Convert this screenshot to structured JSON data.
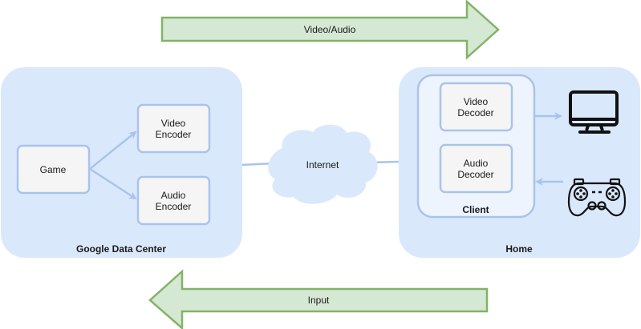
{
  "colors": {
    "container_fill": "#dae8fc",
    "container_stroke": "#a9c4eb",
    "box_fill": "#f5f5f5",
    "client_fill": "#eef4fd",
    "arrow_fill": "#d5e8d4",
    "arrow_stroke": "#82b366",
    "connector": "#a9c4eb",
    "icon": "#111111"
  },
  "flows": {
    "downstream": {
      "label": "Video/Audio",
      "direction": "right"
    },
    "upstream": {
      "label": "Input",
      "direction": "left"
    }
  },
  "data_center": {
    "label": "Google Data Center",
    "game": "Game",
    "video_encoder": [
      "Video",
      "Encoder"
    ],
    "audio_encoder": [
      "Audio",
      "Encoder"
    ]
  },
  "network": {
    "label": "Internet"
  },
  "home": {
    "label": "Home",
    "client": {
      "label": "Client",
      "video_decoder": [
        "Video",
        "Decoder"
      ],
      "audio_decoder": [
        "Audio",
        "Decoder"
      ]
    },
    "devices": {
      "display": "monitor-icon",
      "controller": "gamepad-icon"
    }
  }
}
